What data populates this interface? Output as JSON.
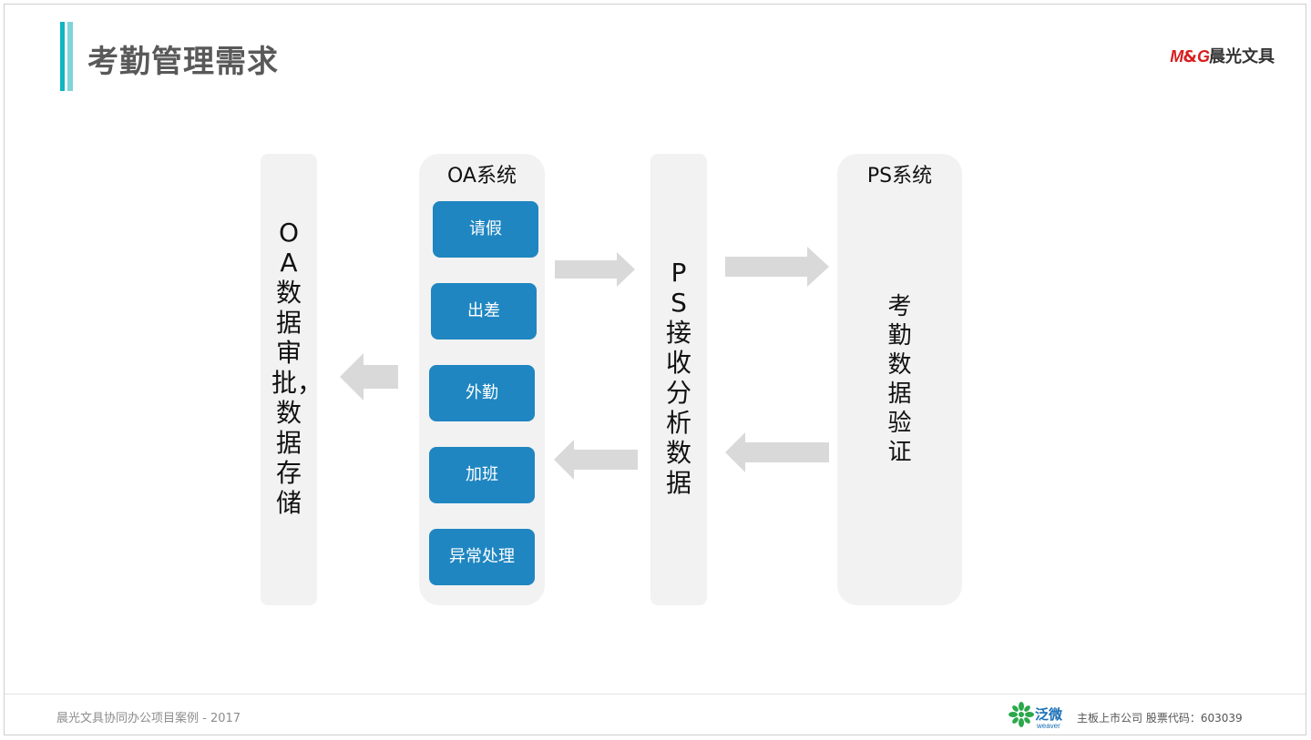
{
  "header": {
    "title": "考勤管理需求",
    "brand_mg": "M",
    "brand_amp": "&",
    "brand_g": "G",
    "brand_text": "晨光文具"
  },
  "diagram": {
    "left_panel_text": "OA数据审批，数据存储",
    "oa_panel": {
      "title": "OA系统",
      "buttons": [
        "请假",
        "出差",
        "外勤",
        "加班",
        "异常处理"
      ]
    },
    "mid_panel_text": "PS接收分析数据",
    "ps_panel": {
      "title": "PS系统",
      "text": "考勤数据验证"
    },
    "arrow_color": "#d9d9d9",
    "button_color": "#1f86c1",
    "accent_color": "#0fb6bf"
  },
  "footer": {
    "left": "晨光文具协同办公项目案例 - 2017",
    "weaver_logo": "泛微",
    "weaver_sub": "weaver",
    "right": "主板上市公司    股票代码：603039"
  }
}
